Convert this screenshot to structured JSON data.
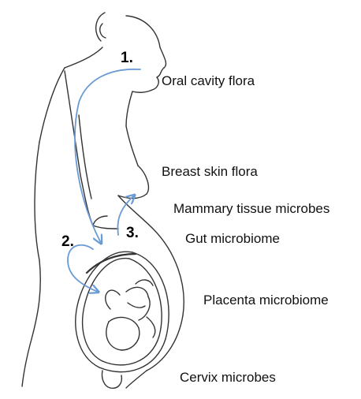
{
  "labels": {
    "oral": "Oral cavity flora",
    "breast": "Breast skin flora",
    "mammary": "Mammary tissue microbes",
    "gut": "Gut microbiome",
    "placenta": "Placenta microbiome",
    "cervix": "Cervix microbes"
  },
  "numbers": {
    "one": "1.",
    "two": "2.",
    "three": "3."
  },
  "colors": {
    "sketch": "#333333",
    "arrow": "#6a9bd4"
  }
}
